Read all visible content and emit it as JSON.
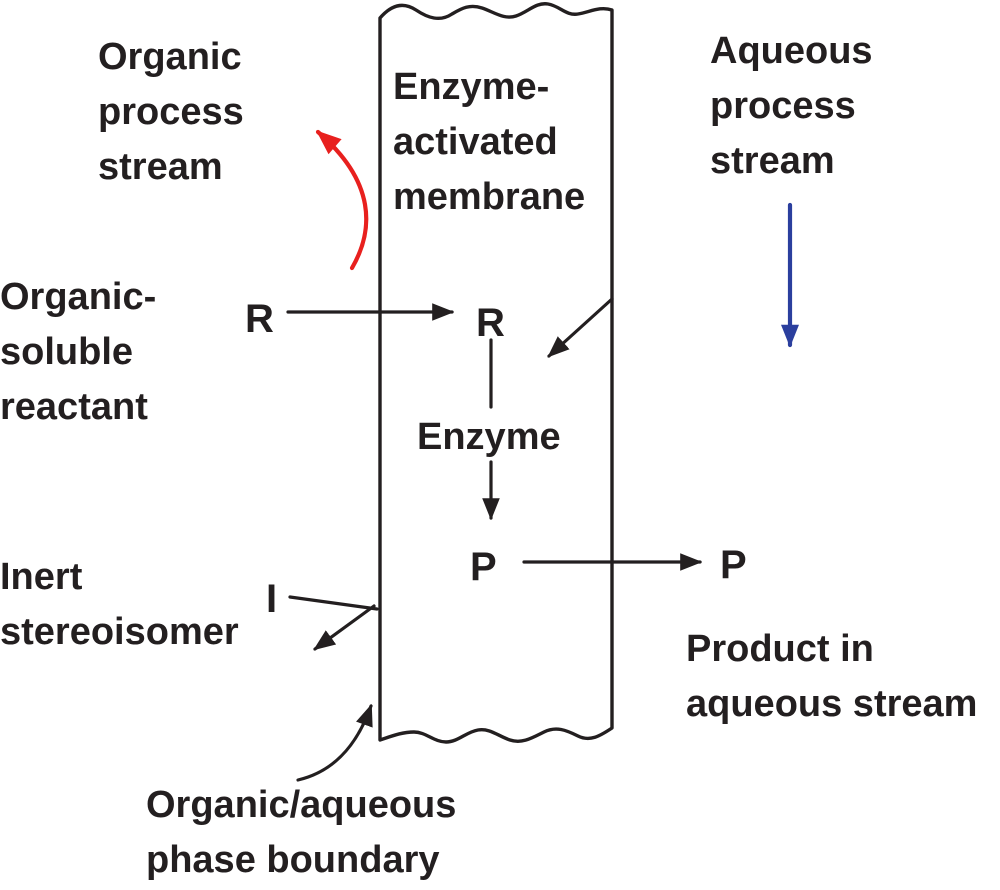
{
  "diagram": {
    "labels": {
      "organic_process_stream": "Organic\nprocess\nstream",
      "membrane": "Enzyme-\nactivated\nmembrane",
      "aqueous_process_stream": "Aqueous\nprocess\nstream",
      "organic_soluble_reactant": "Organic-\nsoluble\nreactant",
      "reactant_symbol_left": "R",
      "reactant_symbol_membrane": "R",
      "enzyme": "Enzyme",
      "product_symbol_membrane": "P",
      "product_symbol_right": "P",
      "inert_symbol": "I",
      "inert_stereoisomer": "Inert\nstereoisomer",
      "product_in_aqueous_stream": "Product in\naqueous stream",
      "phase_boundary": "Organic/aqueous\nphase boundary"
    },
    "colors": {
      "background": "#ffffff",
      "text": "#231f20",
      "line": "#231f20",
      "organic_stream_arrow": "#e8201e",
      "aqueous_stream_arrow": "#2b3f9e"
    }
  }
}
